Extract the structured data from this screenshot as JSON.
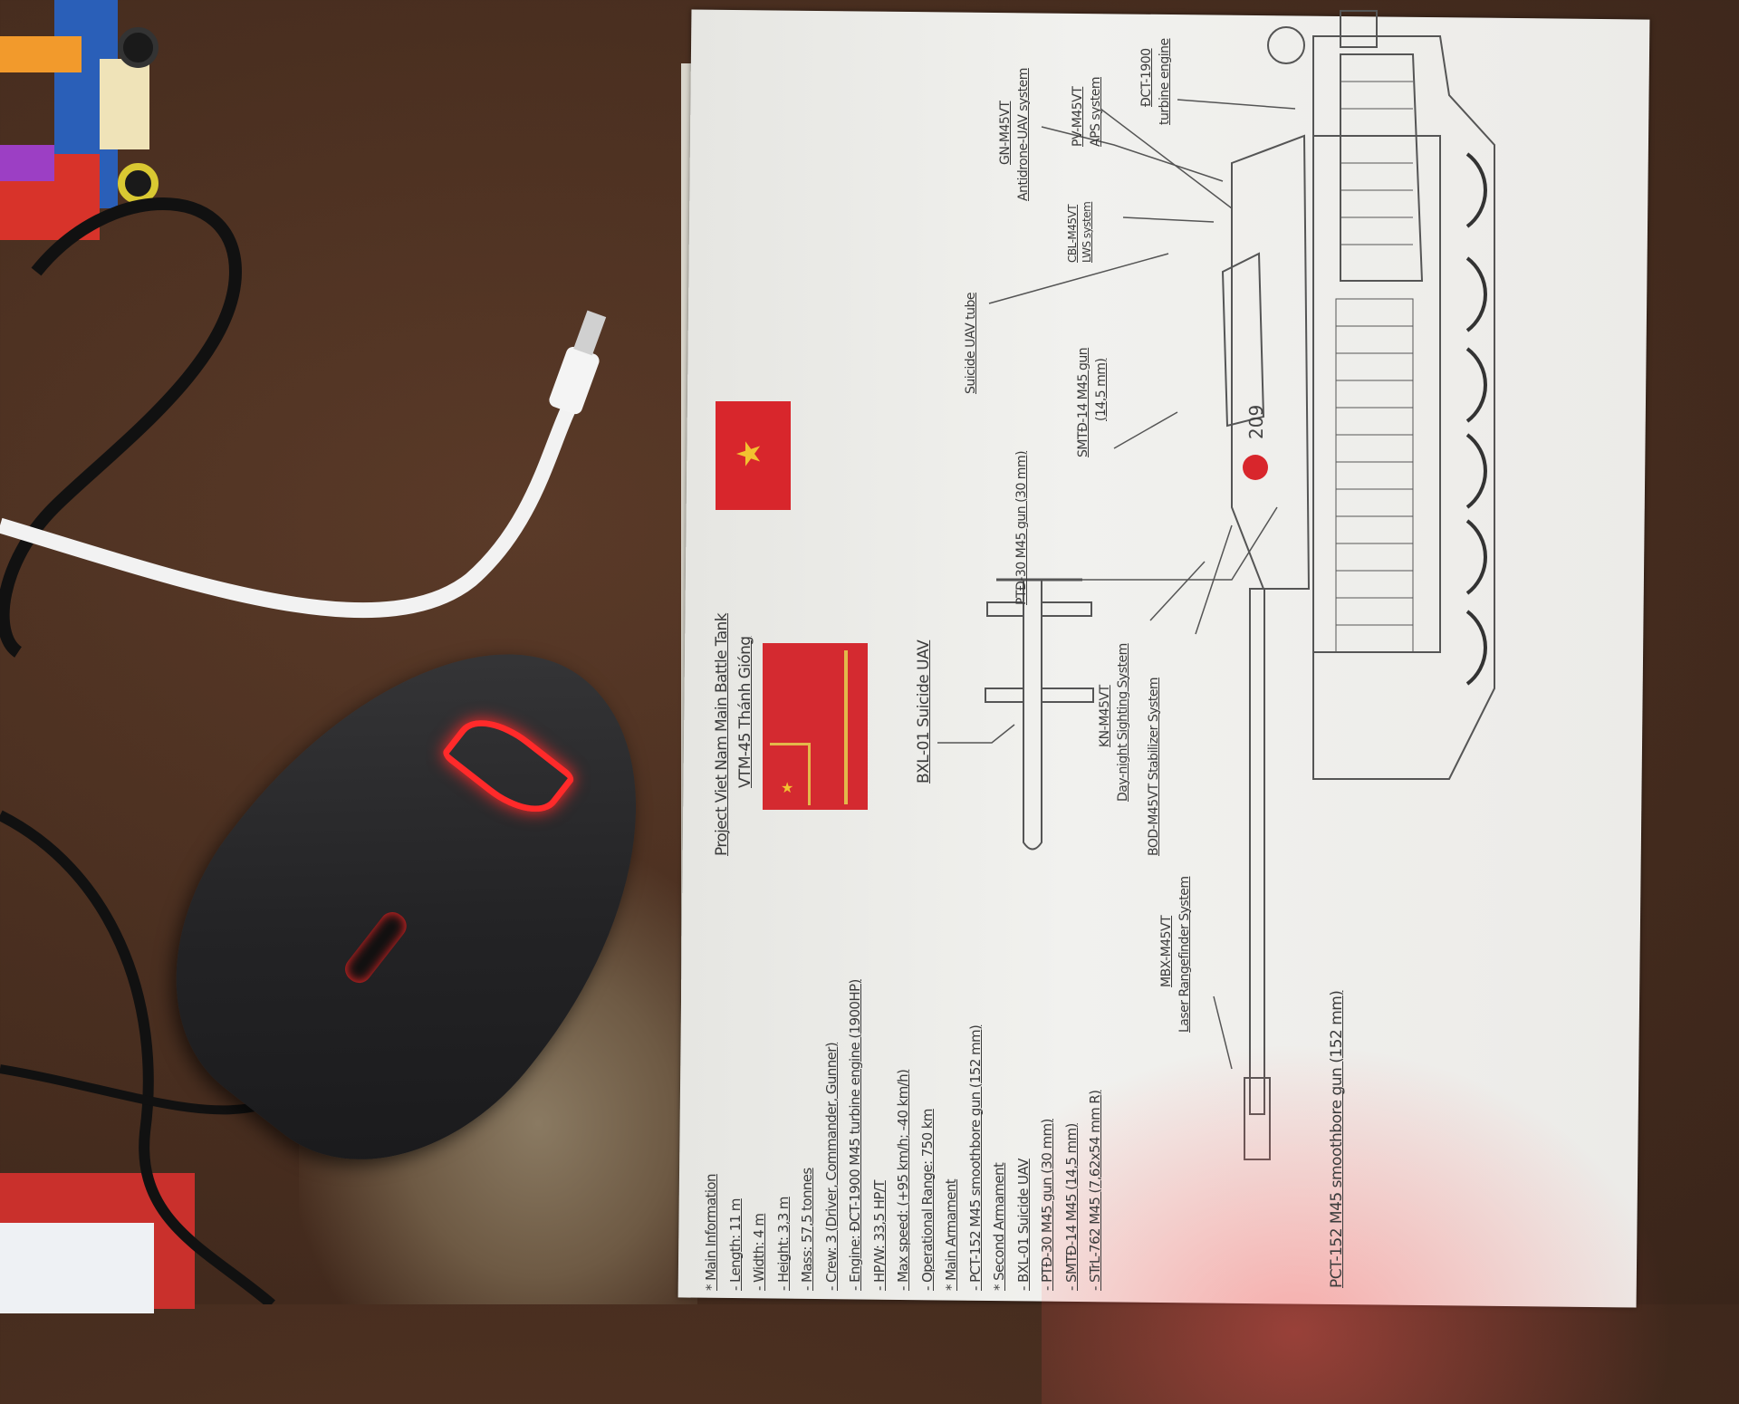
{
  "drawing": {
    "title": "Project Viet Nam Main Battle Tank",
    "subtitle": "VTM-45 Thánh Gióng",
    "hull_number": "209",
    "info": [
      "* Main Information",
      "- Length: 11 m",
      "- Width: 4 m",
      "- Height: 3,3 m",
      "- Mass: 57,5 tonnes",
      "- Crew: 3 (Driver, Commander, Gunner)",
      "- Engine: ĐCT-1900 M45 turbine engine (1900HP)",
      "- HP/W: 33,5 HP/T",
      "- Max speed: (+95 km/h; -40 km/h)",
      "- Operational Range: 750 km",
      "* Main Armament",
      "- PCT-152 M45 smoothbore gun (152 mm)",
      "* Second Armament",
      "- BXL-01 Suicide UAV",
      "- PTĐ-30 M45 gun (30 mm)",
      "- SMTĐ-14 M45 (14,5 mm)",
      "- STrL-762 M45 (7,62x54 mm R)"
    ],
    "labels": {
      "uav": "BXL-01 Suicide UAV",
      "kn_1": "KN-M45VT",
      "kn_2": "Day-night Sighting System",
      "bod": "BOD-M45VT Stabilizer System",
      "mbx_1": "MBX-M45VT",
      "mbx_2": "Laser Rangefinder System",
      "pct": "PCT-152 M45 smoothbore gun (152 mm)",
      "ptd": "PTĐ-30 M45 gun (30 mm)",
      "smtd_1": "SMTĐ-14 M45 gun",
      "smtd_2": "(14,5 mm)",
      "tube": "Suicide UAV tube",
      "cbl_1": "CBL-M45VT",
      "cbl_2": "LWS system",
      "gn_1": "GN-M45VT",
      "gn_2": "Antidrone-UAV system",
      "pv_1": "PV-M45VT",
      "pv_2": "APS system",
      "dct_1": "ĐCT-1900",
      "dct_2": "turbine engine"
    }
  },
  "colors": {
    "flag_red": "#d8262c",
    "flag_star": "#f2c230",
    "rog_red": "#ff2a2a",
    "desk": "#4a2f20"
  }
}
